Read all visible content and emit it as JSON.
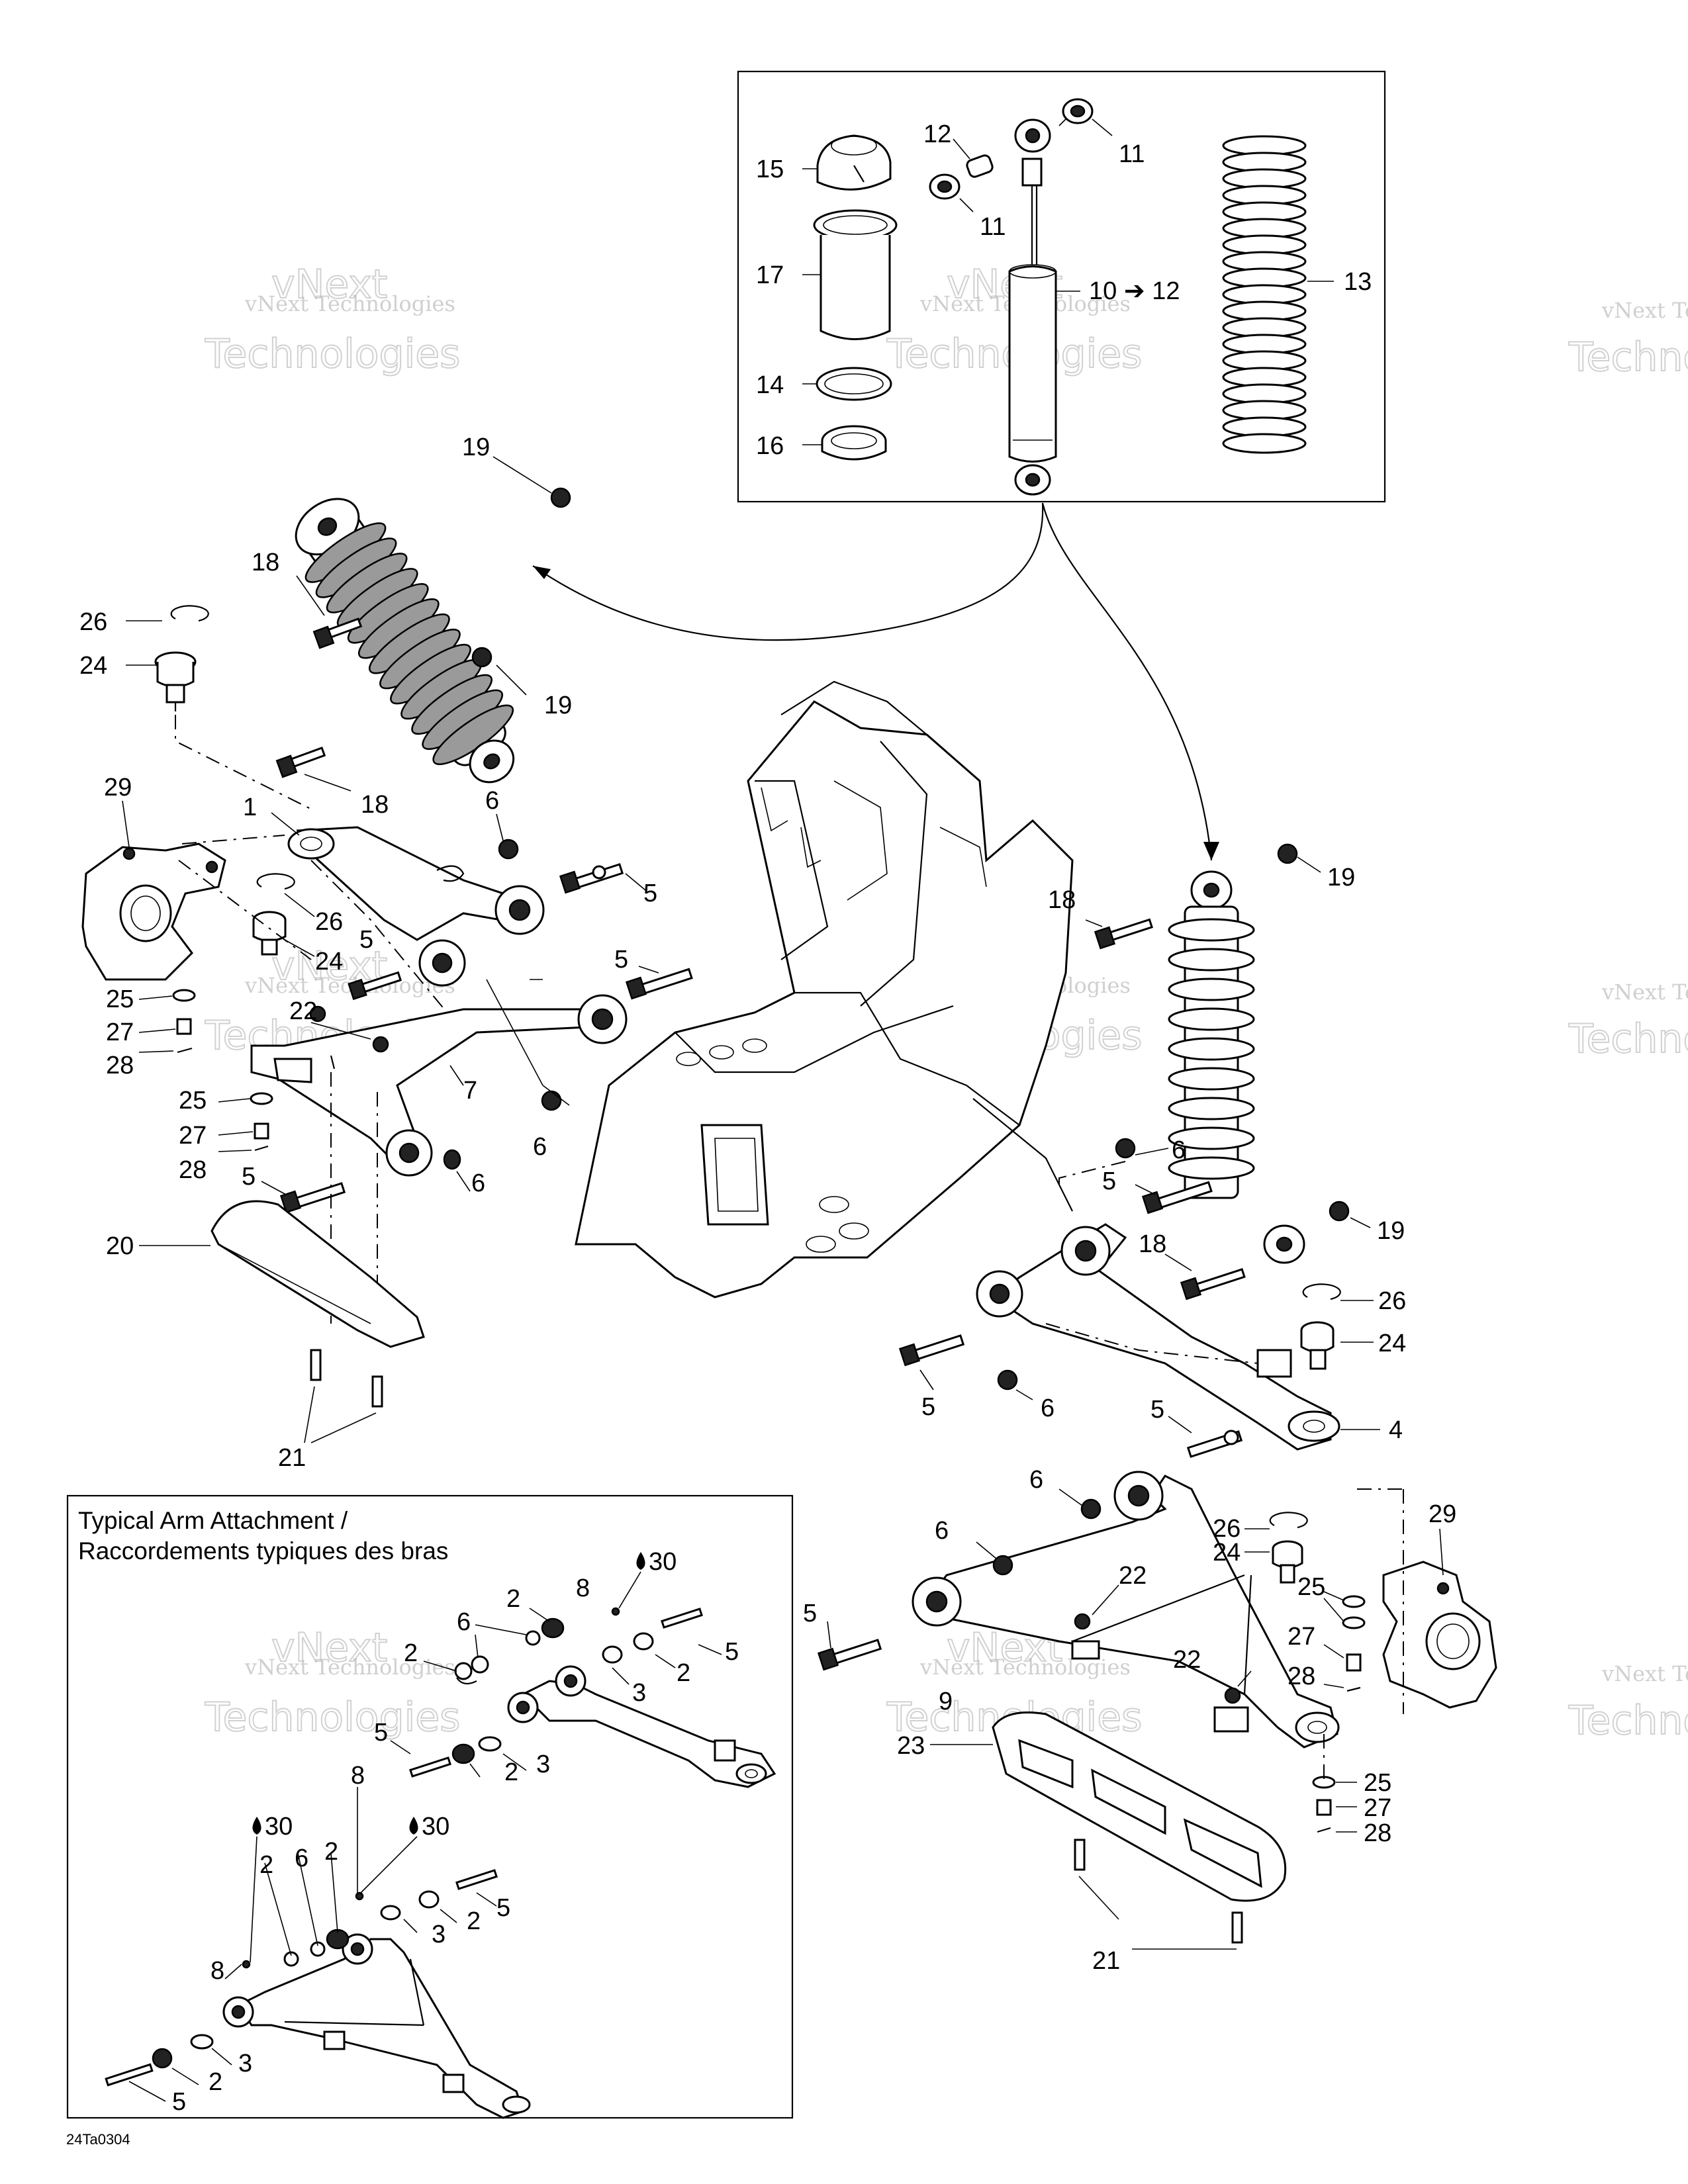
{
  "figure_id": "24Ta0304",
  "watermark": {
    "line1": "vNext Technologies",
    "line2": "Technologies",
    "line3": "vNext"
  },
  "inset": {
    "title_line1": "Typical Arm Attachment /",
    "title_line2": "Raccordements typiques des bras"
  },
  "callouts": {
    "c1": "1",
    "c2": "2",
    "c3": "3",
    "c4": "4",
    "c5": "5",
    "c6": "6",
    "c7": "7",
    "c8": "8",
    "c9": "9",
    "c10": "10",
    "c10to12": "10 ➔ 12",
    "c11": "11",
    "c12": "12",
    "c13": "13",
    "c14": "14",
    "c15": "15",
    "c16": "16",
    "c17": "17",
    "c18": "18",
    "c19": "19",
    "c20": "20",
    "c21": "21",
    "c22": "22",
    "c23": "23",
    "c24": "24",
    "c25": "25",
    "c26": "26",
    "c27": "27",
    "c28": "28",
    "c29": "29",
    "c30": "30"
  },
  "colors": {
    "line": "#000000",
    "watermark": "#a8a8a8"
  }
}
